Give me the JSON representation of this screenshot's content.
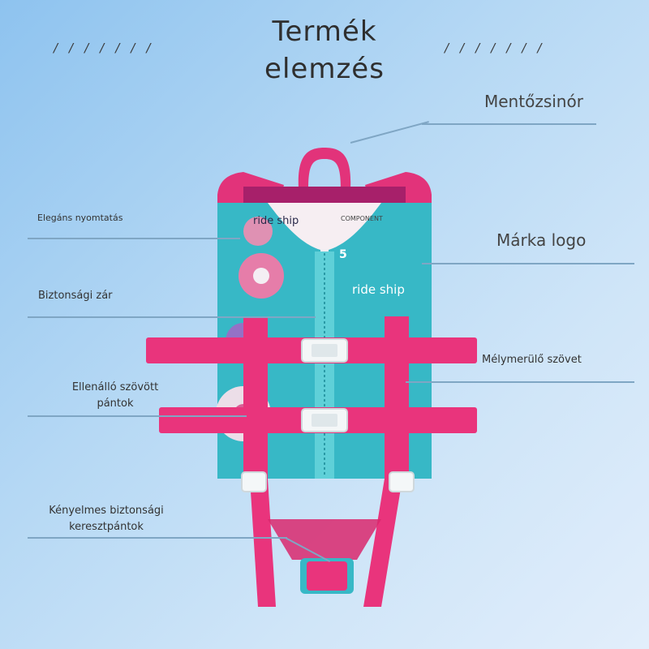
{
  "header": {
    "title_line1": "Termék",
    "title_line2": "elemzés",
    "slashes_left": "///////",
    "slashes_right": "///////"
  },
  "callouts": {
    "lifeline": "Mentőzsinór",
    "elegant_print": "Elegáns nyomtatás",
    "brand_logo": "Márka logo",
    "safety_lock": "Biztonsági zár",
    "deep_diving_fabric": "Mélymerülő szövet",
    "woven_straps_line1": "Ellenálló szövött",
    "woven_straps_line2": "pántok",
    "cross_straps_line1": "Kényelmes biztonsági",
    "cross_straps_line2": "keresztpántok"
  },
  "vest": {
    "brand_left": "ride ship",
    "brand_right": "ride ship",
    "component_label": "COMPONENT",
    "size_label": "5"
  },
  "colors": {
    "vest_body": "#37b8c6",
    "strap": "#e9347c",
    "trim": "#d9286d",
    "lines": "#7fa6c4"
  }
}
